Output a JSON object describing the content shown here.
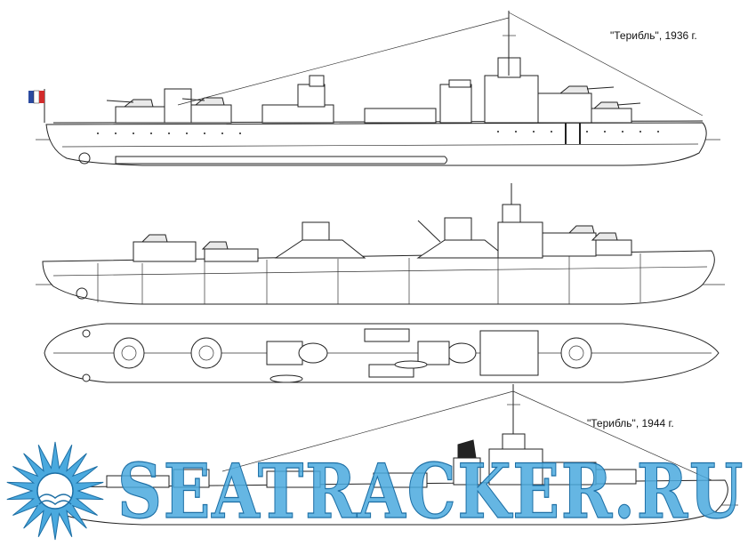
{
  "captions": {
    "top_view_label": "\"Терибль\", 1936 г.",
    "bottom_view_label": "\"Терибль\", 1944 г."
  },
  "watermark": {
    "text": "SEATRACKER.RU",
    "fill_color": "#4aa9de",
    "stroke_color": "#1d6fa5"
  },
  "colors": {
    "line": "#222222",
    "flag_blue": "#2b4aa0",
    "flag_red": "#d22b2b"
  }
}
